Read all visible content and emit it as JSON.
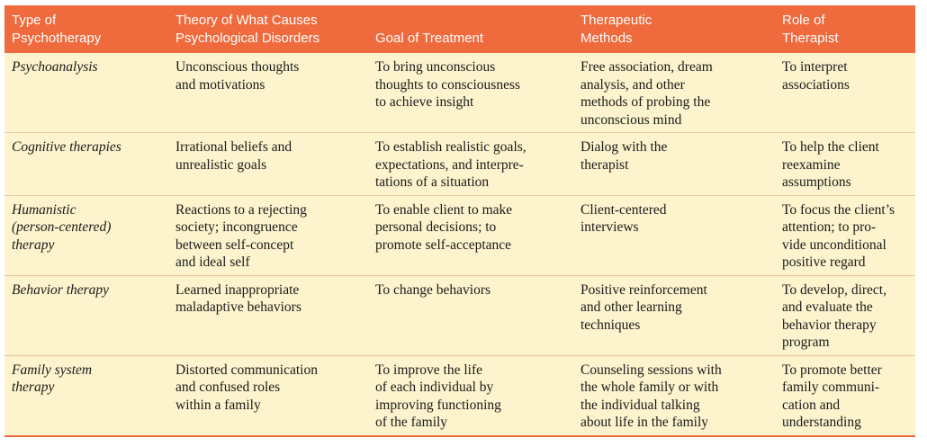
{
  "table": {
    "headers": [
      [
        "Type of",
        "Psychotherapy"
      ],
      [
        "Theory of What Causes",
        "Psychological Disorders"
      ],
      [
        "Goal of Treatment"
      ],
      [
        "Therapeutic",
        "Methods"
      ],
      [
        "Role of",
        "Therapist"
      ]
    ],
    "rows": [
      {
        "type": [
          "Psychoanalysis"
        ],
        "theory": [
          "Unconscious thoughts",
          "and motivations"
        ],
        "goal": [
          "To bring unconscious",
          "thoughts to consciousness",
          "to achieve insight"
        ],
        "methods": [
          "Free association, dream",
          "analysis, and other",
          "methods of probing the",
          "unconscious mind"
        ],
        "role": [
          "To interpret",
          "associations"
        ]
      },
      {
        "type": [
          "Cognitive therapies"
        ],
        "theory": [
          "Irrational beliefs and",
          "unrealistic goals"
        ],
        "goal": [
          "To establish realistic goals,",
          "expectations, and interpre-",
          "tations of a situation"
        ],
        "methods": [
          "Dialog with the",
          "therapist"
        ],
        "role": [
          "To help the client",
          "reexamine",
          "assumptions"
        ]
      },
      {
        "type": [
          "Humanistic",
          "(person-centered)",
          "therapy"
        ],
        "theory": [
          "Reactions to a rejecting",
          "society; incongruence",
          "between self-concept",
          "and ideal self"
        ],
        "goal": [
          "To enable client to make",
          "personal decisions; to",
          "promote self-acceptance"
        ],
        "methods": [
          "Client-centered",
          "interviews"
        ],
        "role": [
          "To focus the client’s",
          "attention; to pro-",
          "vide unconditional",
          "positive regard"
        ]
      },
      {
        "type": [
          "Behavior therapy"
        ],
        "theory": [
          "Learned inappropriate",
          "maladaptive behaviors"
        ],
        "goal": [
          "To change behaviors"
        ],
        "methods": [
          "Positive reinforcement",
          "and other learning",
          "techniques"
        ],
        "role": [
          "To develop, direct,",
          "and evaluate the",
          "behavior therapy",
          "program"
        ]
      },
      {
        "type": [
          "Family system",
          "therapy"
        ],
        "theory": [
          "Distorted communication",
          "and confused roles",
          "within a family"
        ],
        "goal": [
          "To improve the life",
          "of each individual by",
          "improving functioning",
          "of the family"
        ],
        "methods": [
          "Counseling sessions with",
          "the whole family or with",
          "the individual talking",
          "about life in the family"
        ],
        "role": [
          "To promote better",
          "family communi-",
          "cation and",
          "understanding"
        ]
      }
    ]
  }
}
